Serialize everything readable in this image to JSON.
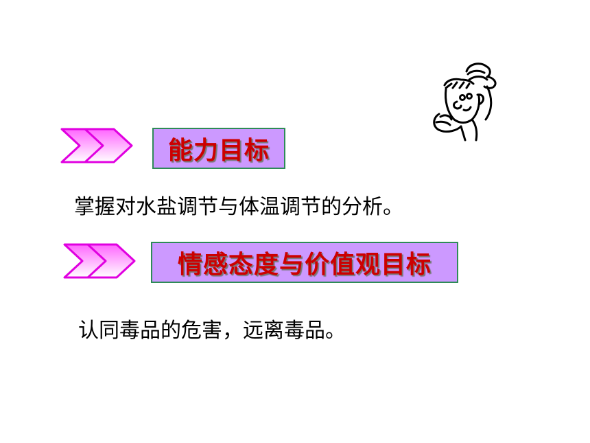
{
  "section1": {
    "heading": "能力目标",
    "text": "掌握对水盐调节与体温调节的分析。"
  },
  "section2": {
    "heading": "情感态度与价值观目标",
    "text": "认同毒品的危害，远离毒品。"
  },
  "decor": {
    "arrow_icon": "double-chevron-right-icon",
    "arrow_color": "#e000e0",
    "heading_bg": "#cc99ff",
    "heading_border": "#2e8b57",
    "heading_text_color": "#cc0000",
    "cartoon_icon": "thinking-person-icon"
  }
}
